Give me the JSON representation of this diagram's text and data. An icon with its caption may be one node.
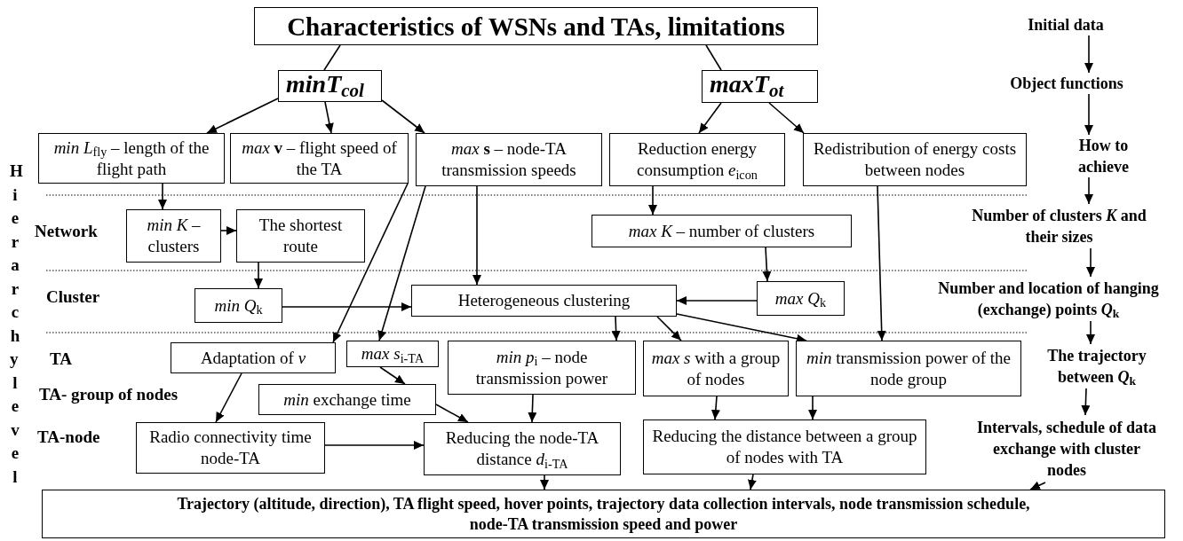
{
  "diagram": {
    "nodes": [
      {
        "text": [
          "Characteristics of WSNs and TAs, limitations"
        ]
      },
      {
        "text": [
          "minT$_{col}$"
        ]
      },
      {
        "text": [
          "maxT$_{ot}$"
        ]
      },
      {
        "text": [
          "*min L*$_{fly}$ – length of the flight path"
        ]
      },
      {
        "text": [
          "*max* **v** – flight speed of the TA"
        ]
      },
      {
        "text": [
          "*max* **s** – node-TA transmission speeds"
        ]
      },
      {
        "text": [
          "Reduction energy consumption *e*$_{icon}$"
        ]
      },
      {
        "text": [
          "Redistribution of energy costs between nodes"
        ]
      },
      {
        "text": [
          "*min K* – clusters"
        ]
      },
      {
        "text": [
          "The shortest route"
        ]
      },
      {
        "text": [
          "*max K* – number of clusters"
        ]
      },
      {
        "text": [
          "*min Q*$_{k}$"
        ]
      },
      {
        "text": [
          "Heterogeneous clustering"
        ]
      },
      {
        "text": [
          "*max Q*$_{k}$"
        ]
      },
      {
        "text": [
          "Adaptation of *v*"
        ]
      },
      {
        "text": [
          "*max s*$_{i-TA}$"
        ]
      },
      {
        "text": [
          "*min p*$_{i}$ – node transmission power"
        ]
      },
      {
        "text": [
          "*max s* with a group of nodes"
        ]
      },
      {
        "text": [
          "*min* transmission power of the node group"
        ]
      },
      {
        "text": [
          "*min* exchange time"
        ]
      },
      {
        "text": [
          "Radio connectivity time node-TA"
        ]
      },
      {
        "text": [
          "Reducing the node-TA distance *d*$_{i-TA}$"
        ]
      },
      {
        "text": [
          "Reducing the distance between a group of nodes with TA"
        ]
      },
      {
        "text": [
          "Trajectory (altitude, direction), TA flight speed, hover points, trajectory data collection intervals, node transmission schedule, node-TA transmission speed and power"
        ]
      },
      {
        "text": [
          "Initial data"
        ]
      },
      {
        "text": [
          "Object functions"
        ]
      },
      {
        "text": [
          "How to achieve"
        ]
      },
      {
        "text": [
          "Number of clusters *K* and their sizes"
        ]
      },
      {
        "text": [
          "Number and location of hanging (exchange) points *Q*$_{k}$"
        ]
      },
      {
        "text": [
          "The trajectory between *Q*$_{k}$"
        ]
      },
      {
        "text": [
          "Intervals, schedule of data exchange with cluster nodes"
        ]
      }
    ],
    "edges": [
      {
        "from": 0,
        "to": 1,
        "arrow": "none"
      },
      {
        "from": 0,
        "to": 2,
        "arrow": "none"
      },
      {
        "from": 1,
        "to": 3,
        "arrow": "to"
      },
      {
        "from": 1,
        "to": 4,
        "arrow": "to"
      },
      {
        "from": 1,
        "to": 5,
        "arrow": "to"
      },
      {
        "from": 2,
        "to": 6,
        "arrow": "to"
      },
      {
        "from": 2,
        "to": 7,
        "arrow": "to"
      },
      {
        "from": 3,
        "to": 8,
        "arrow": "to"
      },
      {
        "from": 8,
        "to": 9,
        "arrow": "to"
      },
      {
        "from": 4,
        "to": 14,
        "arrow": "to"
      },
      {
        "from": 5,
        "to": 15,
        "arrow": "to"
      },
      {
        "from": 5,
        "to": 12,
        "arrow": "to"
      },
      {
        "from": 6,
        "to": 10,
        "arrow": "to"
      },
      {
        "from": 7,
        "to": 18,
        "arrow": "to"
      },
      {
        "from": 9,
        "to": 11,
        "arrow": "to"
      },
      {
        "from": 10,
        "to": 13,
        "arrow": "to"
      },
      {
        "from": 11,
        "to": 12,
        "arrow": "to"
      },
      {
        "from": 13,
        "to": 12,
        "arrow": "to"
      },
      {
        "from": 12,
        "to": 16,
        "arrow": "to"
      },
      {
        "from": 12,
        "to": 17,
        "arrow": "to"
      },
      {
        "from": 12,
        "to": 18,
        "arrow": "to"
      },
      {
        "from": 14,
        "to": 20,
        "arrow": "to"
      },
      {
        "from": 15,
        "to": 19,
        "arrow": "to"
      },
      {
        "from": 19,
        "to": 21,
        "arrow": "to"
      },
      {
        "from": 20,
        "to": 21,
        "arrow": "to"
      },
      {
        "from": 16,
        "to": 21,
        "arrow": "to"
      },
      {
        "from": 17,
        "to": 22,
        "arrow": "to"
      },
      {
        "from": 18,
        "to": 22,
        "arrow": "to"
      },
      {
        "from": 21,
        "to": 23,
        "arrow": "to"
      },
      {
        "from": 22,
        "to": 23,
        "arrow": "to"
      },
      {
        "from": 24,
        "to": 25,
        "arrow": "to"
      },
      {
        "from": 25,
        "to": 26,
        "arrow": "to"
      },
      {
        "from": 26,
        "to": 27,
        "arrow": "to"
      },
      {
        "from": 27,
        "to": 28,
        "arrow": "to"
      },
      {
        "from": 28,
        "to": 29,
        "arrow": "to"
      },
      {
        "from": 29,
        "to": 30,
        "arrow": "to"
      },
      {
        "from": 30,
        "to": 23,
        "arrow": "to"
      }
    ],
    "labels": [
      "Hierarchy level",
      "Network",
      "Cluster",
      "TA",
      "TA- group of nodes",
      "TA-node"
    ]
  }
}
